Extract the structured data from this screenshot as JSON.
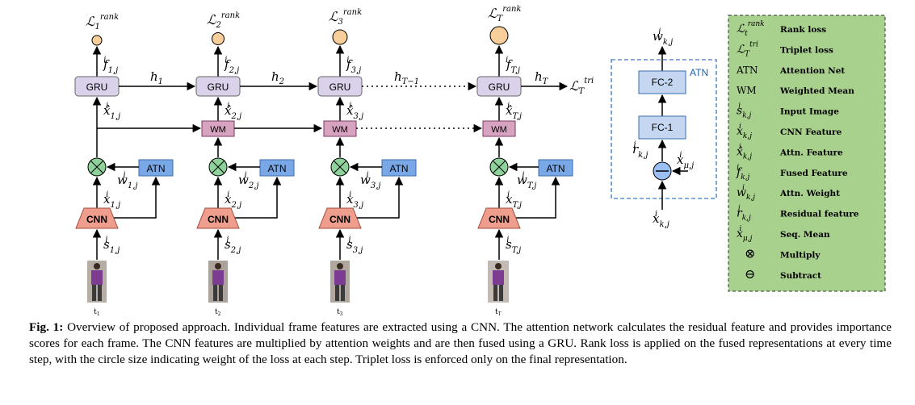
{
  "figure": {
    "frames": [
      {
        "loss": "ℒ1rank",
        "loss_main": "ℒ",
        "loss_sub": "1",
        "loss_sup": "rank",
        "f_main": "f",
        "f_sub": "1,j",
        "f_sup": "i",
        "xhat_main": "x̂",
        "xhat_sub": "1,j",
        "xhat_sup": "i",
        "w_main": "w",
        "w_sub": "1,j",
        "w_sup": "i",
        "x_main": "x",
        "x_sub": "1,j",
        "x_sup": "i",
        "s_main": "s",
        "s_sub": "1,j",
        "s_sup": "i",
        "t_main": "t",
        "t_sub": "1",
        "h_main": "h",
        "h_sub": "1"
      },
      {
        "loss": "ℒ2rank",
        "loss_main": "ℒ",
        "loss_sub": "2",
        "loss_sup": "rank",
        "f_main": "f",
        "f_sub": "2,j",
        "f_sup": "i",
        "xhat_main": "x̂",
        "xhat_sub": "2,j",
        "xhat_sup": "i",
        "w_main": "w",
        "w_sub": "2,j",
        "w_sup": "i",
        "x_main": "x",
        "x_sub": "2,j",
        "x_sup": "i",
        "s_main": "s",
        "s_sub": "2,j",
        "s_sup": "i",
        "t_main": "t",
        "t_sub": "2",
        "h_main": "h",
        "h_sub": "2"
      },
      {
        "loss": "ℒ3rank",
        "loss_main": "ℒ",
        "loss_sub": "3",
        "loss_sup": "rank",
        "f_main": "f",
        "f_sub": "3,j",
        "f_sup": "i",
        "xhat_main": "x̂",
        "xhat_sub": "3,j",
        "xhat_sup": "i",
        "w_main": "w",
        "w_sub": "3,j",
        "w_sup": "i",
        "x_main": "x",
        "x_sub": "3,j",
        "x_sup": "i",
        "s_main": "s",
        "s_sub": "3,j",
        "s_sup": "i",
        "t_main": "t",
        "t_sub": "3",
        "h_main": "h",
        "h_sub": "T−1"
      },
      {
        "loss": "ℒTrank",
        "loss_main": "ℒ",
        "loss_sub": "T",
        "loss_sup": "rank",
        "f_main": "f",
        "f_sub": "T,j",
        "f_sup": "i",
        "xhat_main": "x̂",
        "xhat_sub": "T,j",
        "xhat_sup": "i",
        "w_main": "w",
        "w_sub": "T,j",
        "w_sup": "i",
        "x_main": "x",
        "x_sub": "T,j",
        "x_sup": "i",
        "s_main": "s",
        "s_sub": "T,j",
        "s_sup": "i",
        "t_main": "t",
        "t_sub": "T",
        "h_main": "h",
        "h_sub": "T"
      }
    ],
    "gru_label": "GRU",
    "wm_label": "WM",
    "atn_label": "ATN",
    "cnn_label": "CNN",
    "triplet_loss": {
      "main": "ℒ",
      "sub": "T",
      "sup": "tri"
    },
    "atn_panel": {
      "title": "ATN",
      "fc2": "FC-2",
      "fc1": "FC-1",
      "out": {
        "main": "w",
        "sub": "k,j",
        "sup": "i"
      },
      "r": {
        "main": "r",
        "sub": "k,j",
        "sup": "i"
      },
      "mu": {
        "main": "x",
        "sub": "μ,j",
        "sup": "i"
      },
      "in": {
        "main": "x",
        "sub": "k,j",
        "sup": "i"
      }
    },
    "legend": [
      {
        "sym_main": "ℒ",
        "sym_sub": "t",
        "sym_sup": "rank",
        "desc": "Rank loss"
      },
      {
        "sym_main": "ℒ",
        "sym_sub": "T",
        "sym_sup": "tri",
        "desc": "Triplet loss"
      },
      {
        "sym_main": "ATN",
        "sym_sub": "",
        "sym_sup": "",
        "desc": "Attention Net"
      },
      {
        "sym_main": "WM",
        "sym_sub": "",
        "sym_sup": "",
        "desc": "Weighted Mean"
      },
      {
        "sym_main": "s",
        "sym_sub": "k,j",
        "sym_sup": "i",
        "desc": "Input Image"
      },
      {
        "sym_main": "x",
        "sym_sub": "k,j",
        "sym_sup": "i",
        "desc": "CNN Feature"
      },
      {
        "sym_main": "x̂",
        "sym_sub": "k,j",
        "sym_sup": "i",
        "desc": "Attn. Feature"
      },
      {
        "sym_main": "f",
        "sym_sub": "k,j",
        "sym_sup": "i",
        "desc": "Fused Feature"
      },
      {
        "sym_main": "w",
        "sym_sub": "k,j",
        "sym_sup": "i",
        "desc": "Attn. Weight"
      },
      {
        "sym_main": "r",
        "sym_sub": "k,j",
        "sym_sup": "i",
        "desc": "Residual feature"
      },
      {
        "sym_main": "x",
        "sym_sub": "μ,j",
        "sym_sup": "i",
        "desc": "Seq. Mean"
      },
      {
        "sym_main": "⊗",
        "sym_sub": "",
        "sym_sup": "",
        "desc": "Multiply"
      },
      {
        "sym_main": "⊖",
        "sym_sub": "",
        "sym_sup": "",
        "desc": "Subtract"
      }
    ],
    "colors": {
      "gru_fill": "#d9d2ea",
      "wm_fill": "#d7a3c0",
      "atn_fill": "#7aa7e6",
      "cnn_fill": "#ef9e8e",
      "multiply_fill": "#8ed19a",
      "subtract_fill": "#9bbff0",
      "loss_fill": "#f8cf9a",
      "legend_fill": "#a9d18e",
      "atn_panel_border": "#3a7abf"
    }
  },
  "caption": {
    "label": "Fig. 1:",
    "text": "Overview of proposed approach. Individual frame features are extracted using a CNN. The attention network calculates the residual feature and provides importance scores for each frame. The CNN features are multiplied by attention weights and are then fused using a GRU. Rank loss is applied on the fused representations at every time step, with the circle size indicating weight of the loss at each step. Triplet loss is enforced only on the final representation."
  }
}
